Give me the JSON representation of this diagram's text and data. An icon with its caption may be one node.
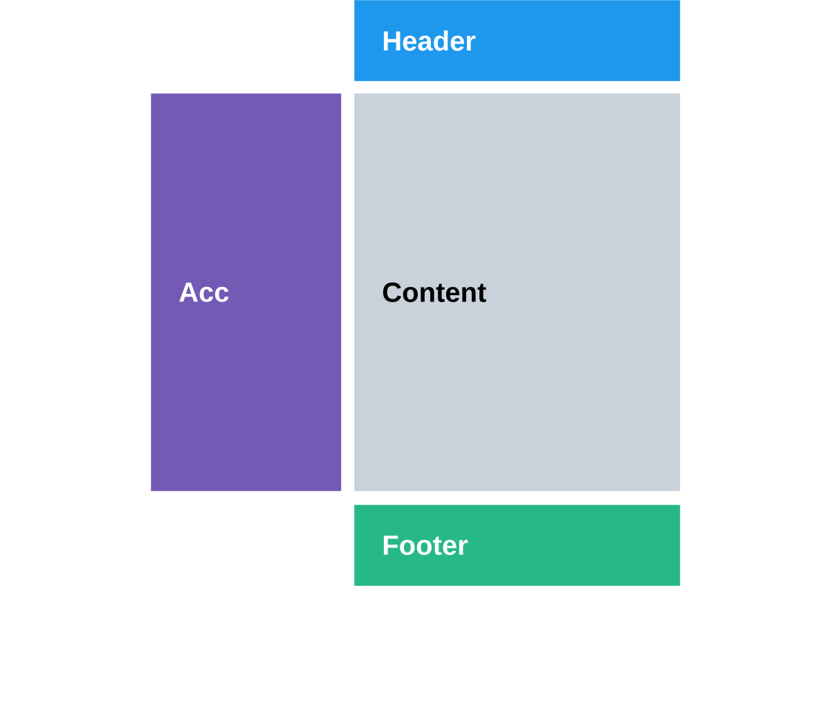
{
  "diagram": {
    "nodes": [
      {
        "text": [
          "Header"
        ]
      },
      {
        "text": [
          "Acc"
        ]
      },
      {
        "text": [
          "Content"
        ]
      },
      {
        "text": [
          "Footer"
        ]
      }
    ]
  }
}
